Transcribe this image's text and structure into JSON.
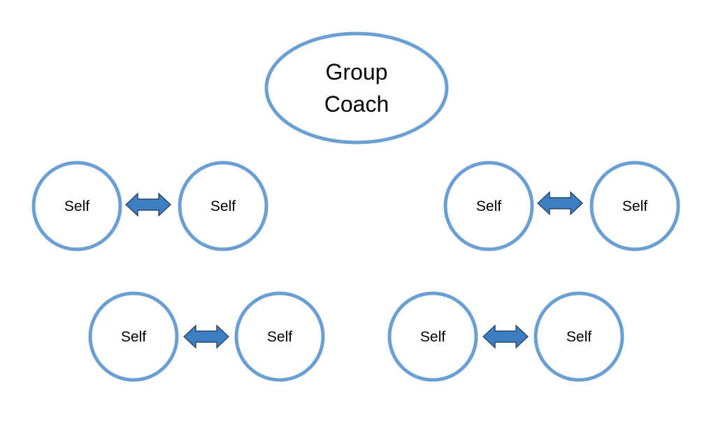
{
  "diagram": {
    "coach": {
      "lines": [
        "Group",
        "Coach"
      ]
    },
    "pairs": [
      {
        "left_label": "Self",
        "right_label": "Self"
      },
      {
        "left_label": "Self",
        "right_label": "Self"
      },
      {
        "left_label": "Self",
        "right_label": "Self"
      },
      {
        "left_label": "Self",
        "right_label": "Self"
      }
    ],
    "colors": {
      "node_stroke": "#6a9fd4",
      "node_fill": "#ffffff",
      "arrow_fill": "#3d7ec0",
      "arrow_stroke": "#1f3550"
    }
  }
}
